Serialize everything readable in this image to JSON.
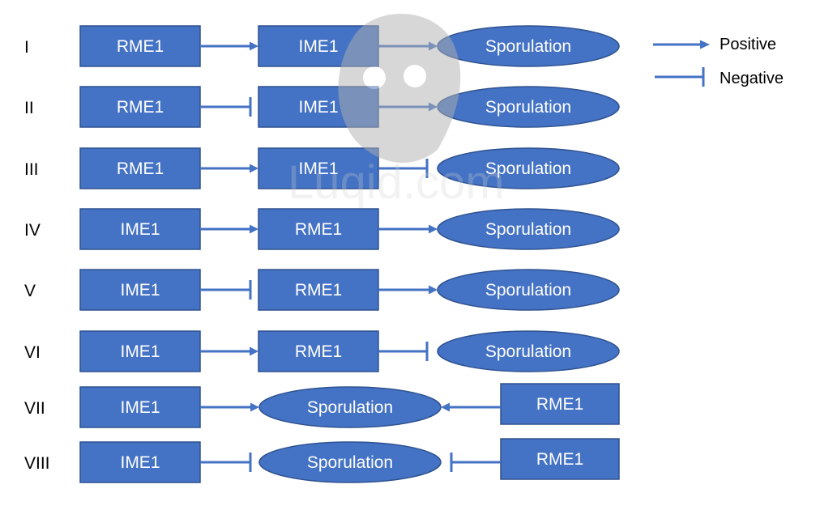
{
  "colors": {
    "node_fill": "#4472c4",
    "node_stroke": "#2f528f",
    "connector": "#4472c4",
    "text_on_node": "#ffffff",
    "label": "#000000"
  },
  "legend": {
    "positive": "Positive",
    "negative": "Negative"
  },
  "watermark": {
    "text": "Luqid.com"
  },
  "rows": [
    {
      "label": "I",
      "type": "chain",
      "a": "RME1",
      "b": "IME1",
      "c": "Sporulation",
      "e1": "positive",
      "e2": "positive"
    },
    {
      "label": "II",
      "type": "chain",
      "a": "RME1",
      "b": "IME1",
      "c": "Sporulation",
      "e1": "negative",
      "e2": "positive"
    },
    {
      "label": "III",
      "type": "chain",
      "a": "RME1",
      "b": "IME1",
      "c": "Sporulation",
      "e1": "positive",
      "e2": "negative"
    },
    {
      "label": "IV",
      "type": "chain",
      "a": "IME1",
      "b": "RME1",
      "c": "Sporulation",
      "e1": "positive",
      "e2": "positive"
    },
    {
      "label": "V",
      "type": "chain",
      "a": "IME1",
      "b": "RME1",
      "c": "Sporulation",
      "e1": "negative",
      "e2": "positive"
    },
    {
      "label": "VI",
      "type": "chain",
      "a": "IME1",
      "b": "RME1",
      "c": "Sporulation",
      "e1": "positive",
      "e2": "negative"
    },
    {
      "label": "VII",
      "type": "converge",
      "a": "IME1",
      "b": "Sporulation",
      "c": "RME1",
      "e1": "positive",
      "e2": "positive"
    },
    {
      "label": "VIII",
      "type": "converge",
      "a": "IME1",
      "b": "Sporulation",
      "c": "RME1",
      "e1": "negative",
      "e2": "negative"
    }
  ]
}
